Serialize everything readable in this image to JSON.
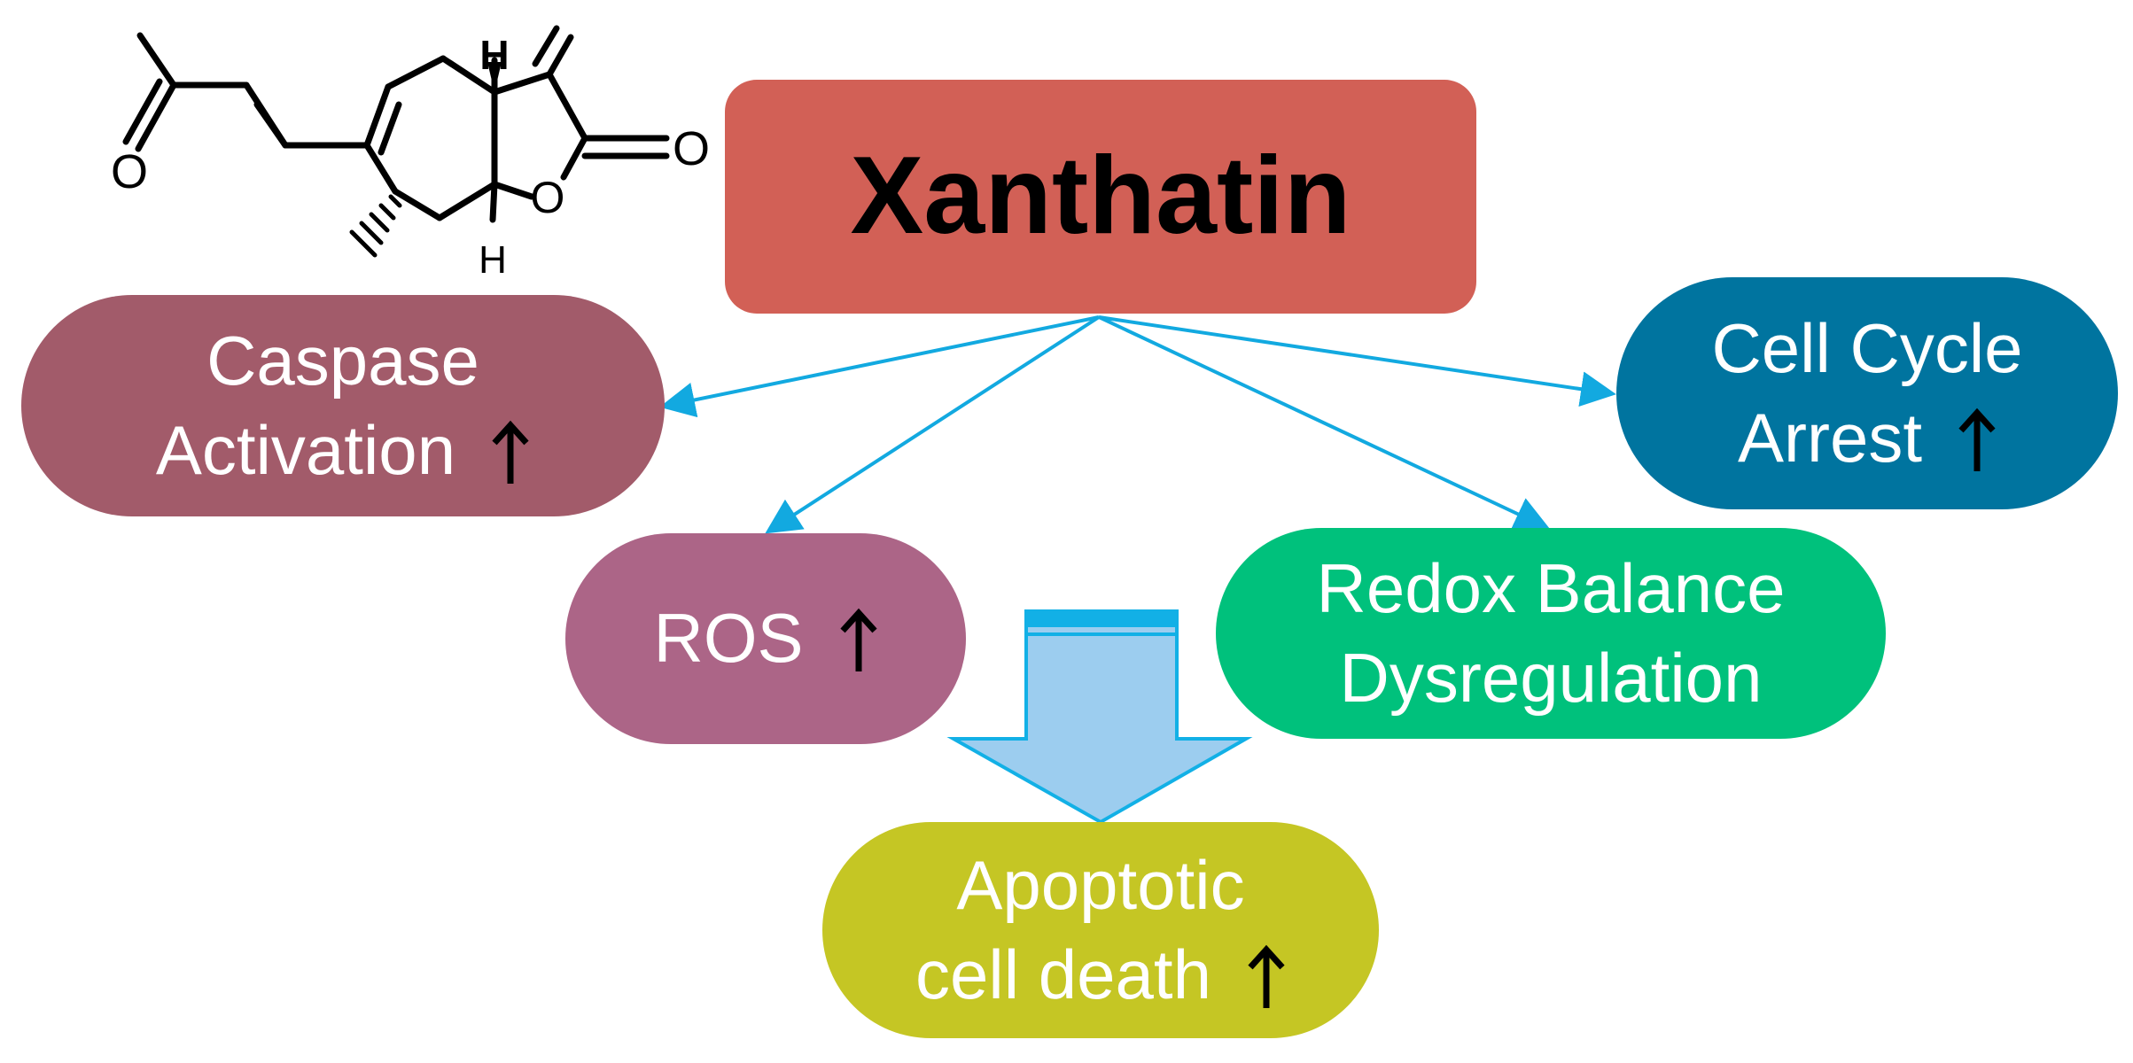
{
  "diagram": {
    "title": "Xanthatin",
    "nodes": {
      "caspase": {
        "line1": "Caspase",
        "line2": "Activation"
      },
      "cell_cycle": {
        "line1": "Cell Cycle",
        "line2": "Arrest"
      },
      "ros": {
        "line1": "ROS"
      },
      "redox": {
        "line1": "Redox Balance",
        "line2": "Dysregulation"
      },
      "apoptotic": {
        "line1": "Apoptotic",
        "line2": "cell death"
      }
    },
    "molecule_labels": {
      "hydrogen": "H",
      "oxygen": "O"
    },
    "colors": {
      "title_box": "#d26056",
      "caspase": "#a25b6a",
      "cell_cycle": "#00749f",
      "ros": "#ac6587",
      "redox": "#00c17c",
      "apoptotic": "#c5c624",
      "connector": "#12a9e0",
      "block_arrow_fill": "#9ccdef",
      "block_arrow_border": "#12b0e6"
    },
    "icons": {
      "increase": "up-arrow-icon"
    }
  }
}
